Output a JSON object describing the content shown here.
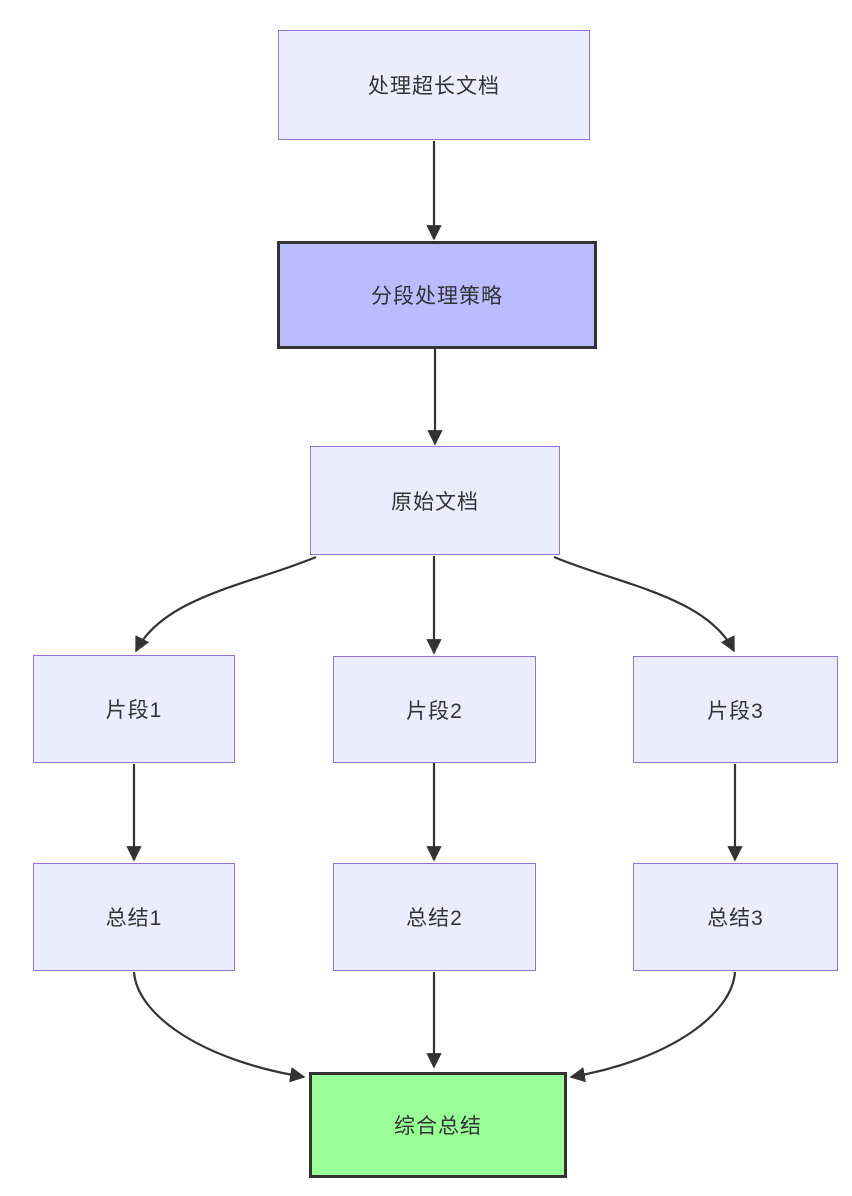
{
  "diagram": {
    "type": "flowchart",
    "direction": "top-down",
    "colors": {
      "background": "#ffffff",
      "node_fill": "#ECECFF",
      "node_border": "#9370DB",
      "highlight_fill": "#BBBBFF",
      "highlight_border": "#333333",
      "final_fill": "#99FF99",
      "final_border": "#333333",
      "text": "#333333",
      "edge": "#333333"
    },
    "nodes": [
      {
        "id": "task",
        "label": "处理超长文档",
        "style": "default"
      },
      {
        "id": "strategy",
        "label": "分段处理策略",
        "style": "highlight"
      },
      {
        "id": "original",
        "label": "原始文档",
        "style": "default"
      },
      {
        "id": "fragment1",
        "label": "片段1",
        "style": "default"
      },
      {
        "id": "fragment2",
        "label": "片段2",
        "style": "default"
      },
      {
        "id": "fragment3",
        "label": "片段3",
        "style": "default"
      },
      {
        "id": "summary1",
        "label": "总结1",
        "style": "default"
      },
      {
        "id": "summary2",
        "label": "总结2",
        "style": "default"
      },
      {
        "id": "summary3",
        "label": "总结3",
        "style": "default"
      },
      {
        "id": "final",
        "label": "综合总结",
        "style": "final"
      }
    ],
    "edges": [
      {
        "from": "task",
        "to": "strategy"
      },
      {
        "from": "strategy",
        "to": "original"
      },
      {
        "from": "original",
        "to": "fragment1"
      },
      {
        "from": "original",
        "to": "fragment2"
      },
      {
        "from": "original",
        "to": "fragment3"
      },
      {
        "from": "fragment1",
        "to": "summary1"
      },
      {
        "from": "fragment2",
        "to": "summary2"
      },
      {
        "from": "fragment3",
        "to": "summary3"
      },
      {
        "from": "summary1",
        "to": "final"
      },
      {
        "from": "summary2",
        "to": "final"
      },
      {
        "from": "summary3",
        "to": "final"
      }
    ]
  }
}
